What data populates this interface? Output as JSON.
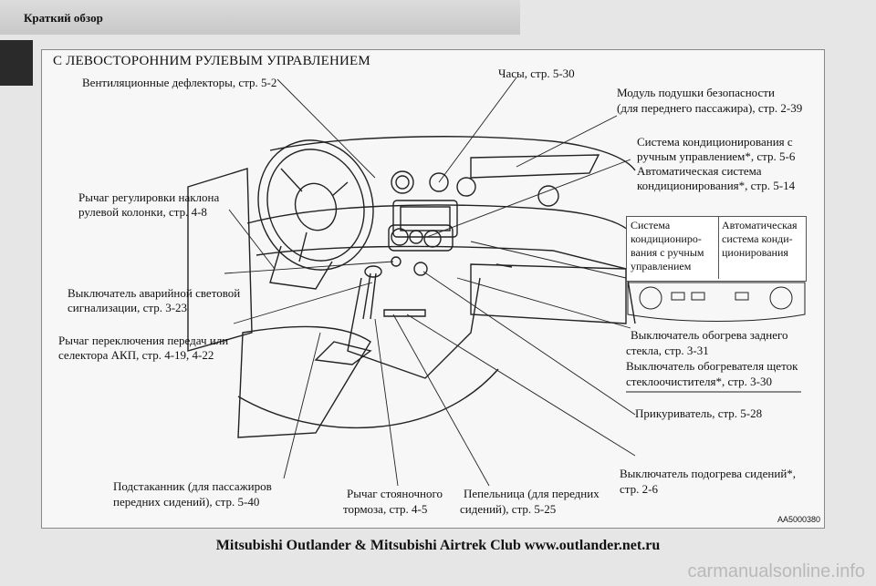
{
  "header": {
    "title": "Краткий обзор"
  },
  "diagram": {
    "section_title": "С ЛЕВОСТОРОННИМ РУЛЕВЫМ УПРАВЛЕНИЕМ",
    "ref_code": "AA5000380",
    "labels": {
      "vents": "Вентиляционные дефлекторы, стр. 5-2",
      "clock": "Часы, стр. 5-30",
      "airbag_1": "Модуль подушки безопасности",
      "airbag_2": "(для переднего пассажира), стр. 2-39",
      "ac_1": "Система кондиционирования с",
      "ac_2": "ручным управлением*, стр. 5-6",
      "ac_3": "Автоматическая система",
      "ac_4": "кондиционирования*, стр. 5-14",
      "tilt_1": "Рычаг регулировки наклона",
      "tilt_2": "рулевой колонки, стр. 4-8",
      "hazard_1": "Выключатель аварийной световой",
      "hazard_2": "сигнализации, стр. 3-23",
      "shift_1": "Рычаг переключения передач или",
      "shift_2": "селектора АКП, стр. 4-19, 4-22",
      "rear_defog_1": "Выключатель обогрева заднего",
      "rear_defog_2": "стекла, стр. 3-31",
      "wiper_heater_1": "Выключатель обогревателя щеток",
      "wiper_heater_2": "стеклоочистителя*, стр. 3-30",
      "lighter": "Прикуриватель, стр. 5-28",
      "seat_heater_1": "Выключатель подогрева сидений*,",
      "seat_heater_2": "стр. 2-6",
      "cupholder_1": "Подстаканник (для пассажиров",
      "cupholder_2": "передних сидений), стр. 5-40",
      "parking_1": "Рычаг стояночного",
      "parking_2": "тормоза, стр. 4-5",
      "ashtray_1": "Пепельница (для передних",
      "ashtray_2": "сидений), стр. 5-25"
    },
    "panel": {
      "left_1": "Система",
      "left_2": "кондициониро-",
      "left_3": "вания с ручным",
      "left_4": "управлением",
      "right_1": "Автоматическая",
      "right_2": "система конди-",
      "right_3": "ционирования"
    }
  },
  "footer": {
    "text": "Mitsubishi Outlander & Mitsubishi Airtrek Club www.outlander.net.ru",
    "watermark": "carmanualsonline.info"
  }
}
